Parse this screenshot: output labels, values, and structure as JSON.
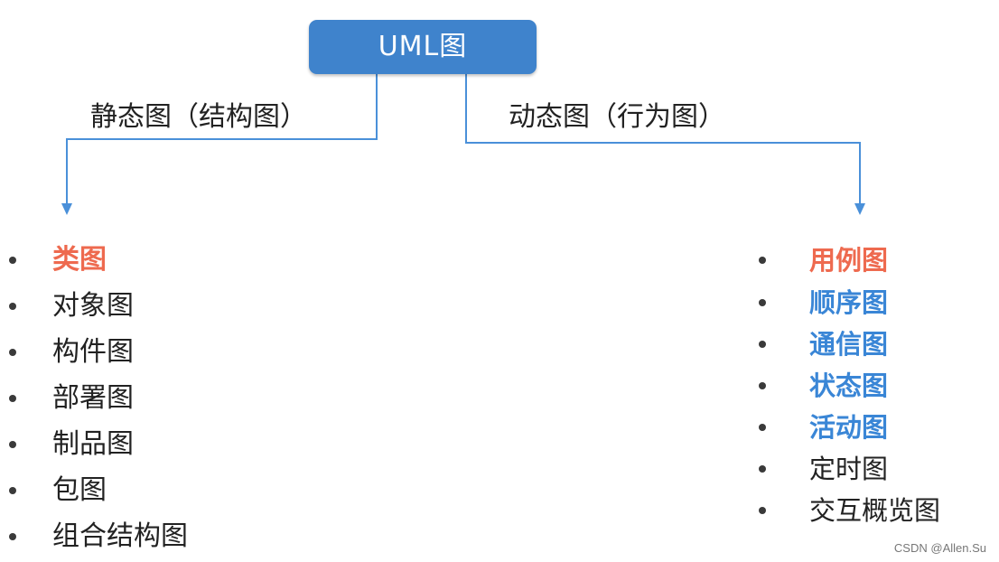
{
  "root": {
    "label": "UML图"
  },
  "branches": {
    "static": {
      "label": "静态图（结构图）"
    },
    "dynamic": {
      "label": "动态图（行为图）"
    }
  },
  "static_diagrams": [
    {
      "label": "类图",
      "style": "hl-red"
    },
    {
      "label": "对象图",
      "style": "normal"
    },
    {
      "label": "构件图",
      "style": "normal"
    },
    {
      "label": "部署图",
      "style": "normal"
    },
    {
      "label": "制品图",
      "style": "normal"
    },
    {
      "label": "包图",
      "style": "normal"
    },
    {
      "label": "组合结构图",
      "style": "normal"
    }
  ],
  "dynamic_diagrams": [
    {
      "label": "用例图",
      "style": "hl-red"
    },
    {
      "label": "顺序图",
      "style": "hl-blue"
    },
    {
      "label": "通信图",
      "style": "hl-blue"
    },
    {
      "label": "状态图",
      "style": "hl-blue"
    },
    {
      "label": "活动图",
      "style": "hl-blue"
    },
    {
      "label": "定时图",
      "style": "normal"
    },
    {
      "label": "交互概览图",
      "style": "normal"
    }
  ],
  "colors": {
    "root_fill": "#3f83cc",
    "connector": "#4a90d9",
    "highlight_red": "#ee6a4f",
    "highlight_blue": "#3a86d6"
  },
  "watermark": "CSDN @Allen.Su"
}
